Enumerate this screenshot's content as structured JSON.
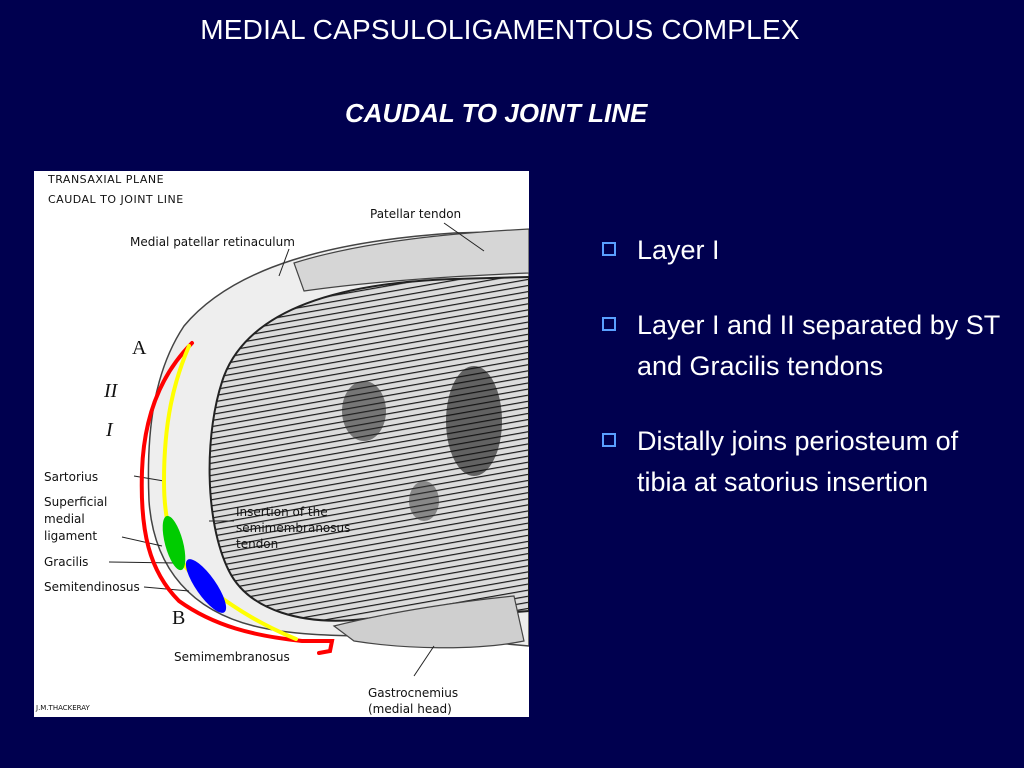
{
  "slide": {
    "title": "MEDIAL CAPSULOLIGAMENTOUS COMPLEX",
    "subtitle": "CAUDAL TO JOINT LINE"
  },
  "figure": {
    "heading_line1": "TRANSAXIAL PLANE",
    "heading_line2": "CAUDAL TO JOINT LINE",
    "labels": {
      "patellar_tendon": "Patellar tendon",
      "medial_patellar_retinaculum": "Medial patellar retinaculum",
      "layer_a": "A",
      "layer_ii": "II",
      "layer_i": "I",
      "sartorius": "Sartorius",
      "superficial_medial_ligament_1": "Superficial",
      "superficial_medial_ligament_2": "medial",
      "superficial_medial_ligament_3": "ligament",
      "gracilis": "Gracilis",
      "semitendinosus": "Semitendinosus",
      "insertion_1": "Insertion of the",
      "insertion_2": "semimembranosus",
      "insertion_3": "tendon",
      "layer_b": "B",
      "semimembranosus": "Semimembranosus",
      "gastrocnemius_1": "Gastrocnemius",
      "gastrocnemius_2": "(medial head)",
      "signature": "J.M.THACKERAY"
    },
    "overlay_colors": {
      "layer_i": "#ff0000",
      "layer_ii": "#ffff00",
      "gracilis": "#00cc00",
      "semitendinosus": "#0000ff"
    }
  },
  "bullets": [
    {
      "text": "Layer I"
    },
    {
      "text": "Layer I and II separated by ST and Gracilis tendons"
    },
    {
      "text": "Distally joins periosteum of tibia at satorius insertion"
    }
  ],
  "colors": {
    "background": "#00004f",
    "text": "#ffffff",
    "bullet_marker": "#5aa0ff"
  }
}
